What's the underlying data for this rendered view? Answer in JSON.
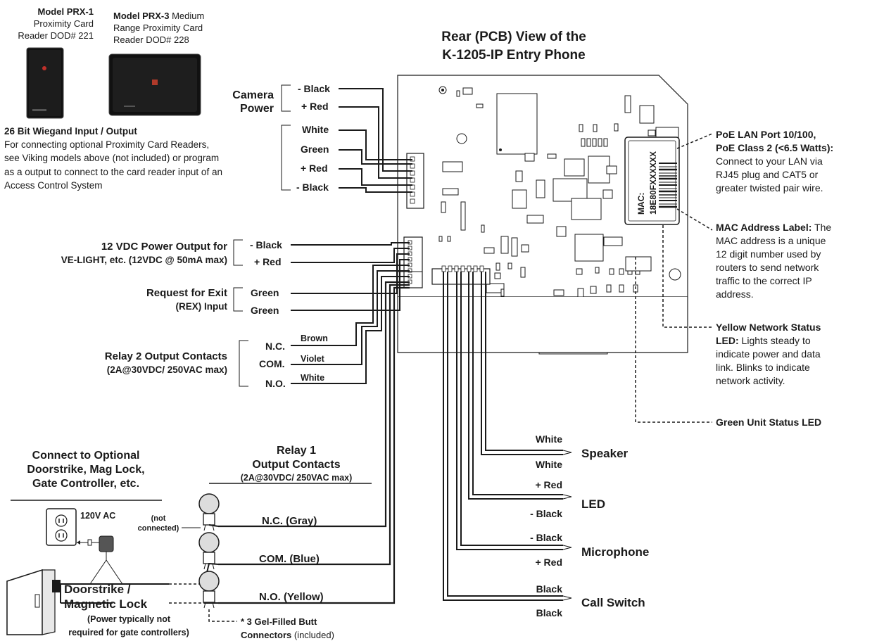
{
  "title": {
    "line1": "Rear (PCB) View of the",
    "line2": "K-1205-IP Entry Phone"
  },
  "readers": {
    "prx1": {
      "model": "Model PRX-1",
      "line2": "Proximity Card",
      "line3": "Reader DOD# 221"
    },
    "prx3": {
      "model": "Model PRX-3",
      "model_suffix": " Medium",
      "line2": "Range Proximity Card",
      "line3": "Reader DOD# 228"
    }
  },
  "wiegand": {
    "heading": "26 Bit Wiegand Input / Output",
    "lines": [
      "For connecting optional Proximity Card Readers,",
      "see Viking models above (not included) or program",
      "as a output to connect to the card reader input of an",
      "Access Control System"
    ],
    "wires": [
      "White",
      "Green",
      "+ Red",
      "- Black"
    ]
  },
  "camera_power": {
    "label1": "Camera",
    "label2": "Power",
    "wires": [
      "- Black",
      "+ Red"
    ]
  },
  "power_output": {
    "label1": "12 VDC Power Output for",
    "label2": "VE-LIGHT, etc. (12VDC @ 50mA max)",
    "wires": [
      "- Black",
      "+ Red"
    ]
  },
  "rex": {
    "label1": "Request for Exit",
    "label2": "(REX) Input",
    "wires": [
      "Green",
      "Green"
    ]
  },
  "relay2": {
    "label1": "Relay  2 Output Contacts",
    "label2": "(2A@30VDC/ 250VAC max)",
    "contacts": [
      "N.C.",
      "COM.",
      "N.O."
    ],
    "colors": [
      "Brown",
      "Violet",
      "White"
    ]
  },
  "poe": {
    "heading": "PoE LAN Port 10/100, PoE Class 2 (<6.5 Watts):",
    "lines": [
      "PoE LAN Port 10/100,",
      "PoE Class 2 (<6.5 Watts):",
      "Connect to your LAN via",
      "RJ45 plug and CAT5 or",
      "greater twisted pair wire."
    ]
  },
  "mac_label": {
    "text1": "MAC:",
    "text2": "18E80FXXXXXX",
    "heading": "MAC Address Label:",
    "lines": [
      "MAC Address Label: The",
      "MAC address is a unique",
      "12 digit number used by",
      "routers to send network",
      "traffic to the correct IP",
      "address."
    ]
  },
  "yellow_led": {
    "lines": [
      "Yellow Network Status",
      "LED: Lights steady to",
      "indicate power and data",
      "link. Blinks to indicate",
      "network activity."
    ]
  },
  "green_led": {
    "label": "Green Unit Status LED"
  },
  "speaker": {
    "label": "Speaker",
    "wires": [
      "White",
      "White"
    ]
  },
  "led": {
    "label": "LED",
    "wires": [
      "+ Red",
      "- Black"
    ]
  },
  "microphone": {
    "label": "Microphone",
    "wires": [
      "- Black",
      "+ Red"
    ]
  },
  "call_switch": {
    "label": "Call Switch",
    "wires": [
      "Black",
      "Black"
    ]
  },
  "optional": {
    "lines": [
      "Connect to Optional",
      "Doorstrike, Mag Lock,",
      "Gate Controller, etc."
    ]
  },
  "relay1": {
    "lines": [
      "Relay 1",
      "Output Contacts"
    ],
    "rating": "(2A@30VDC/ 250VAC max)",
    "contacts": [
      "N.C. (Gray)",
      "COM. (Blue)",
      "N.O. (Yellow)"
    ]
  },
  "outlet": {
    "label": "120V AC"
  },
  "not_connected": {
    "line1": "(not",
    "line2": "connected)"
  },
  "doorstrike": {
    "line1": "Doorstrike /",
    "line2": "Magnetic Lock"
  },
  "power_note": {
    "line1": "(Power typically not",
    "line2": "required for gate controllers)"
  },
  "gel": {
    "line1": "* 3 Gel-Filled Butt",
    "line2_bold": "Connectors",
    "line2_rest": " (included)"
  }
}
